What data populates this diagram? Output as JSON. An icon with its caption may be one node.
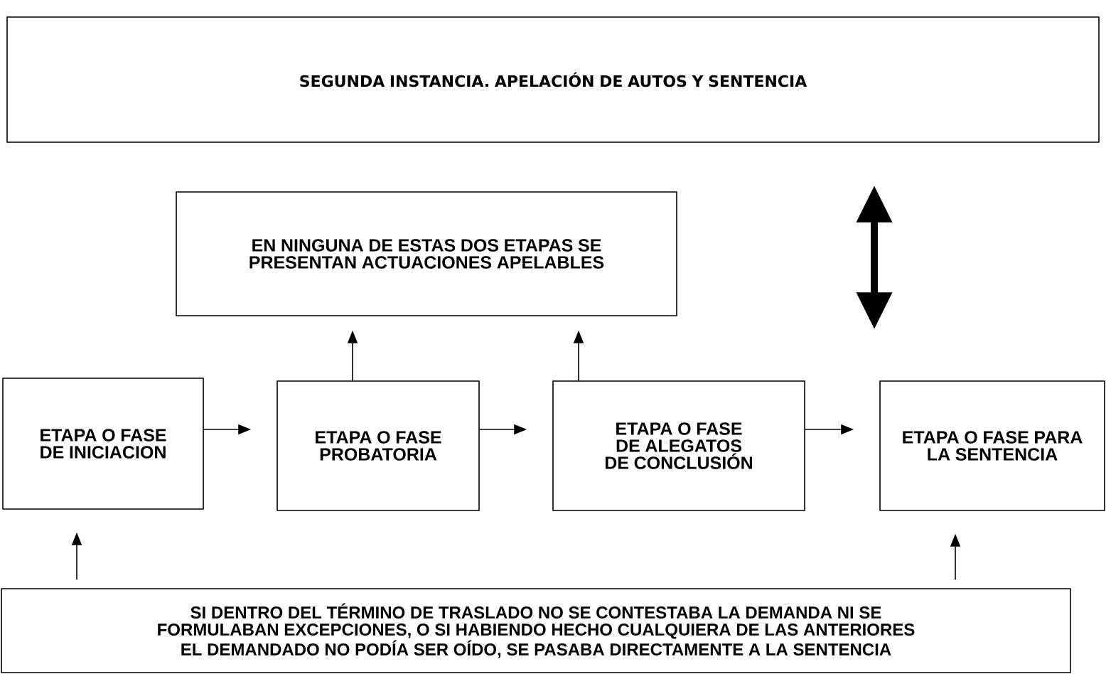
{
  "diagram": {
    "nodes": [
      {
        "text": [
          "SEGUNDA INSTANCIA. APELACIÓN DE AUTOS Y SENTENCIA"
        ]
      },
      {
        "text": [
          "EN NINGUNA DE ESTAS DOS ETAPAS SE PRESENTAN ACTUACIONES APELABLES"
        ]
      },
      {
        "text": [
          "ETAPA O FASE DE INICIACION"
        ]
      },
      {
        "text": [
          "ETAPA O FASE PROBATORIA"
        ]
      },
      {
        "text": [
          "ETAPA O FASE DE ALEGATOS DE CONCLUSIÓN"
        ]
      },
      {
        "text": [
          "ETAPA O FASE PARA LA SENTENCIA"
        ]
      },
      {
        "text": [
          "SI DENTRO DEL TÉRMINO DE TRASLADO NO SE CONTESTABA LA DEMANDA NI SE FORMULABAN EXCEPCIONES, O SI HABIENDO HECHO CUALQUIERA DE LAS ANTERIORES EL DEMANDADO NO PODÍA SER OÍDO, SE PASABA DIRECTAMENTE A LA SENTENCIA"
        ]
      }
    ],
    "edges": [
      {
        "from": 2,
        "to": 3,
        "arrow": "to"
      },
      {
        "from": 3,
        "to": 4,
        "arrow": "to"
      },
      {
        "from": 4,
        "to": 5,
        "arrow": "to"
      },
      {
        "from": 3,
        "to": 1,
        "arrow": "to"
      },
      {
        "from": 4,
        "to": 1,
        "arrow": "to"
      },
      {
        "from": 6,
        "to": 2,
        "arrow": "to"
      },
      {
        "from": 6,
        "to": 5,
        "arrow": "to"
      },
      {
        "from": 5,
        "to": 0,
        "arrow": "both",
        "style": "thick"
      }
    ]
  }
}
